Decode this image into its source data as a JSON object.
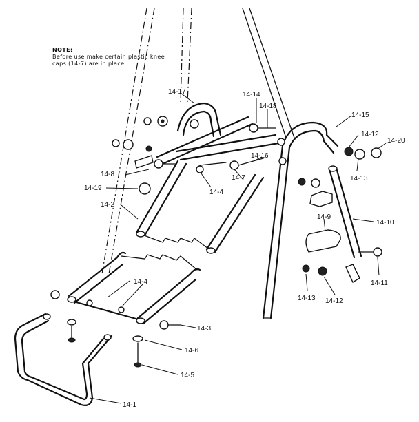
{
  "note": {
    "title": "NOTE:",
    "lines": [
      "Before use make certain plastic knee",
      "caps (14-7) are in place."
    ]
  },
  "callouts": {
    "c14_17": "14-17",
    "c14_14": "14-14",
    "c14_18": "14-18",
    "c14_15": "14-15",
    "c14_12a": "14-12",
    "c14_20": "14-20",
    "c14_16": "14-16",
    "c14_8": "14-8",
    "c14_7": "14-7",
    "c14_4a": "14-4",
    "c14_19": "14-19",
    "c14_13a": "14-13",
    "c14_2": "14-2",
    "c14_9": "14-9",
    "c14_10": "14-10",
    "c14_11": "14-11",
    "c14_13b": "14-13",
    "c14_12b": "14-12",
    "c14_4b": "14-4",
    "c14_3": "14-3",
    "c14_6": "14-6",
    "c14_5": "14-5",
    "c14_1": "14-1"
  }
}
